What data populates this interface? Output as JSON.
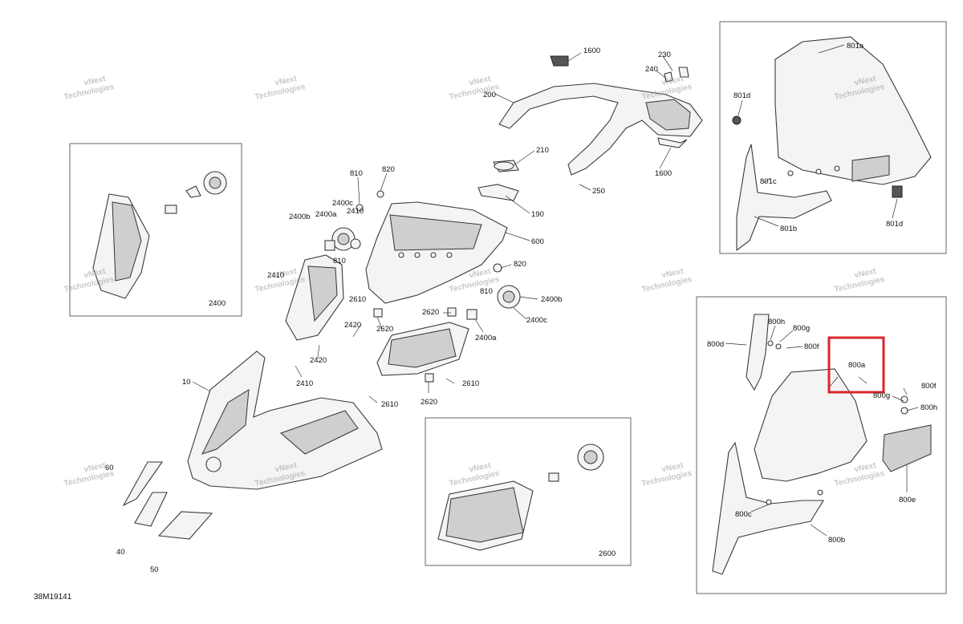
{
  "diagram": {
    "figure_id": "38M19141",
    "watermark": {
      "line1": "vNext",
      "line2": "Technologies"
    },
    "highlight_color": "#d9262c",
    "callouts": {
      "c1600a": "1600",
      "c1600b": "1600",
      "c230": "230",
      "c240": "240",
      "c200": "200",
      "c210": "210",
      "c190": "190",
      "c250": "250",
      "c600": "600",
      "c810a": "810",
      "c820a": "820",
      "c2400c_top": "2400c",
      "c2400b_top": "2400b",
      "c2400a_top": "2400a",
      "c2410_top": "2410",
      "c810b": "810",
      "c820b": "820",
      "c2410_left": "2410",
      "c2610a": "2610",
      "c2420a": "2420",
      "c2620a": "2620",
      "c810c": "810",
      "c2400b_right": "2400b",
      "c2400c_right": "2400c",
      "c2400a_right": "2400a",
      "c2620b": "2620",
      "c2420b": "2420",
      "c2410_bottom": "2410",
      "c2610b": "2610",
      "c2610c": "2610",
      "c2620c": "2620",
      "c10": "10",
      "c60": "60",
      "c40": "40",
      "c50": "50",
      "c2400_box": "2400",
      "c2600_box": "2600",
      "c801a": "801a",
      "c801d_top": "801d",
      "c801c": "801c",
      "c801b": "801b",
      "c801d_bottom": "801d",
      "c800h_a": "800h",
      "c800g_a": "800g",
      "c800d": "800d",
      "c800f_a": "800f",
      "c800a": "800a",
      "c800f_b": "800f",
      "c800g_b": "800g",
      "c800h_b": "800h",
      "c800e": "800e",
      "c800c": "800c",
      "c800b": "800b"
    }
  }
}
